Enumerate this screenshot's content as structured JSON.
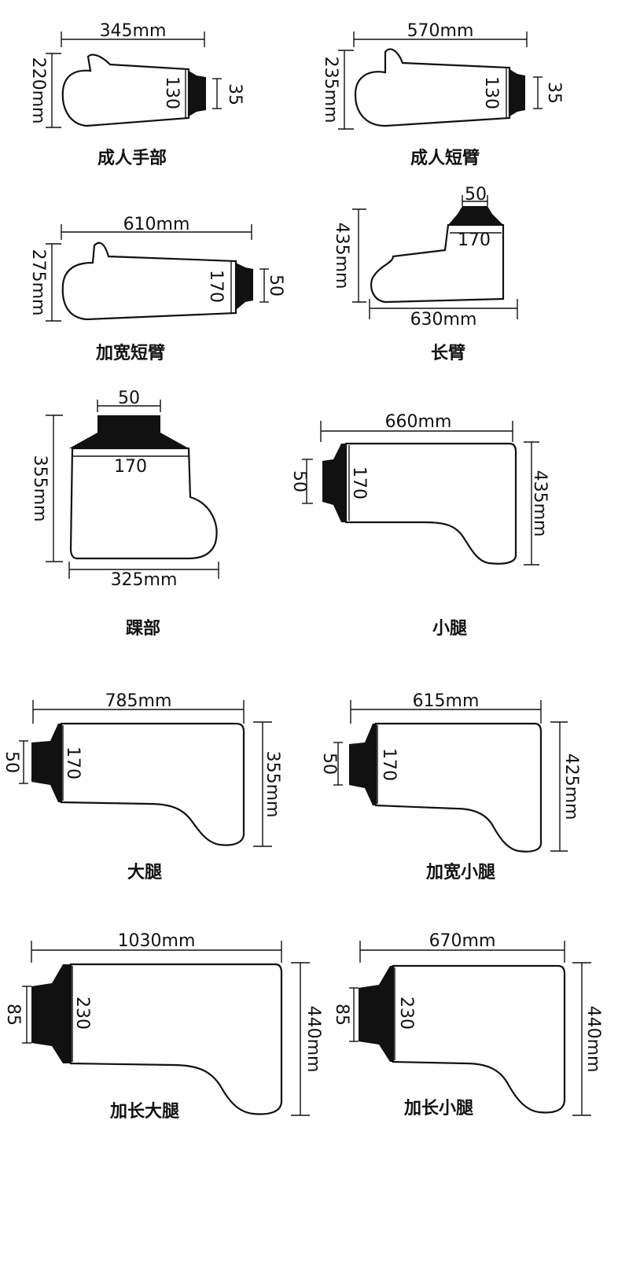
{
  "items": [
    {
      "id": "adult-hand",
      "caption": "成人手部",
      "width": "345mm",
      "height": "220mm",
      "inner": "130",
      "cuff": "35"
    },
    {
      "id": "adult-short-arm",
      "caption": "成人短臂",
      "width": "570mm",
      "height": "235mm",
      "inner": "130",
      "cuff": "35"
    },
    {
      "id": "wide-short-arm",
      "caption": "加宽短臂",
      "width": "610mm",
      "height": "275mm",
      "inner": "170",
      "cuff": "50"
    },
    {
      "id": "long-arm",
      "caption": "长臂",
      "width": "630mm",
      "height": "435mm",
      "inner": "170",
      "cuff": "50"
    },
    {
      "id": "ankle",
      "caption": "踝部",
      "width": "325mm",
      "height": "355mm",
      "inner": "170",
      "cuff": "50"
    },
    {
      "id": "calf",
      "caption": "小腿",
      "width": "660mm",
      "height": "435mm",
      "inner": "170",
      "cuff": "50"
    },
    {
      "id": "thigh",
      "caption": "大腿",
      "width": "785mm",
      "height": "355mm",
      "inner": "170",
      "cuff": "50"
    },
    {
      "id": "wide-calf",
      "caption": "加宽小腿",
      "width": "615mm",
      "height": "425mm",
      "inner": "170",
      "cuff": "50"
    },
    {
      "id": "long-thigh",
      "caption": "加长大腿",
      "width": "1030mm",
      "height": "440mm",
      "inner": "230",
      "cuff": "85"
    },
    {
      "id": "long-calf",
      "caption": "加长小腿",
      "width": "670mm",
      "height": "440mm",
      "inner": "230",
      "cuff": "85"
    }
  ]
}
